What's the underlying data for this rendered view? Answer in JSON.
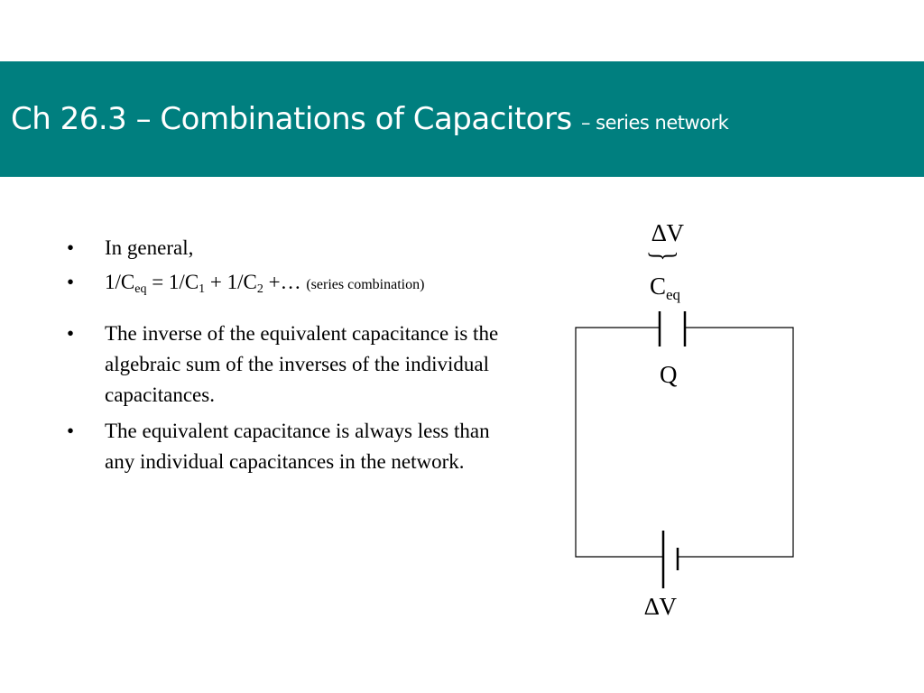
{
  "slide": {
    "title": "Ch 26.3 – Combinations of Capacitors",
    "subtitle": "– series network"
  },
  "bullets": {
    "b0": "In general,",
    "b1": {
      "p1": "1/C",
      "s1": "eq",
      "p2": " = 1/C",
      "s2": "1",
      "p3": " + 1/C",
      "s3": "2",
      "p4": " +…",
      "note": "(series combination)"
    },
    "b2": "The inverse of the equivalent capacitance is the algebraic sum of the inverses of the individual capacitances.",
    "b3": "The equivalent capacitance is always less than any individual capacitances in the network."
  },
  "circuit": {
    "top_delta_v": "∆V",
    "capacitor_main": "C",
    "capacitor_sub": "eq",
    "charge": "Q",
    "bottom_delta_v": "∆V"
  }
}
